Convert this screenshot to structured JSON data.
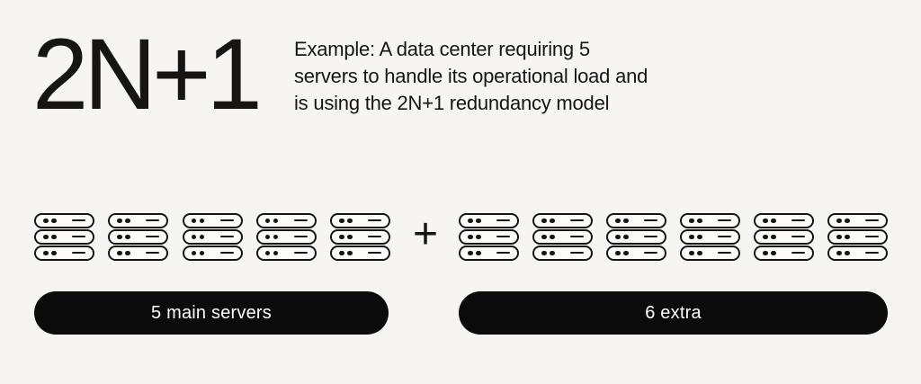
{
  "title": "2N+1",
  "description": {
    "lines": [
      "Example: A data center requiring 5",
      "servers to handle its operational load and",
      "is using the 2N+1 redundancy model"
    ]
  },
  "diagram": {
    "plus_sign": "+",
    "groups": [
      {
        "name": "main",
        "stack_count": 5,
        "units_per_stack": 3,
        "label": "5 main servers"
      },
      {
        "name": "extra",
        "stack_count": 6,
        "units_per_stack": 3,
        "label": "6 extra"
      }
    ]
  },
  "colors": {
    "background": "#f7f5f2",
    "ink": "#161513",
    "server_fill": "#fcfbf9",
    "pill_bg": "#0c0b0b",
    "pill_text": "#ffffff"
  }
}
